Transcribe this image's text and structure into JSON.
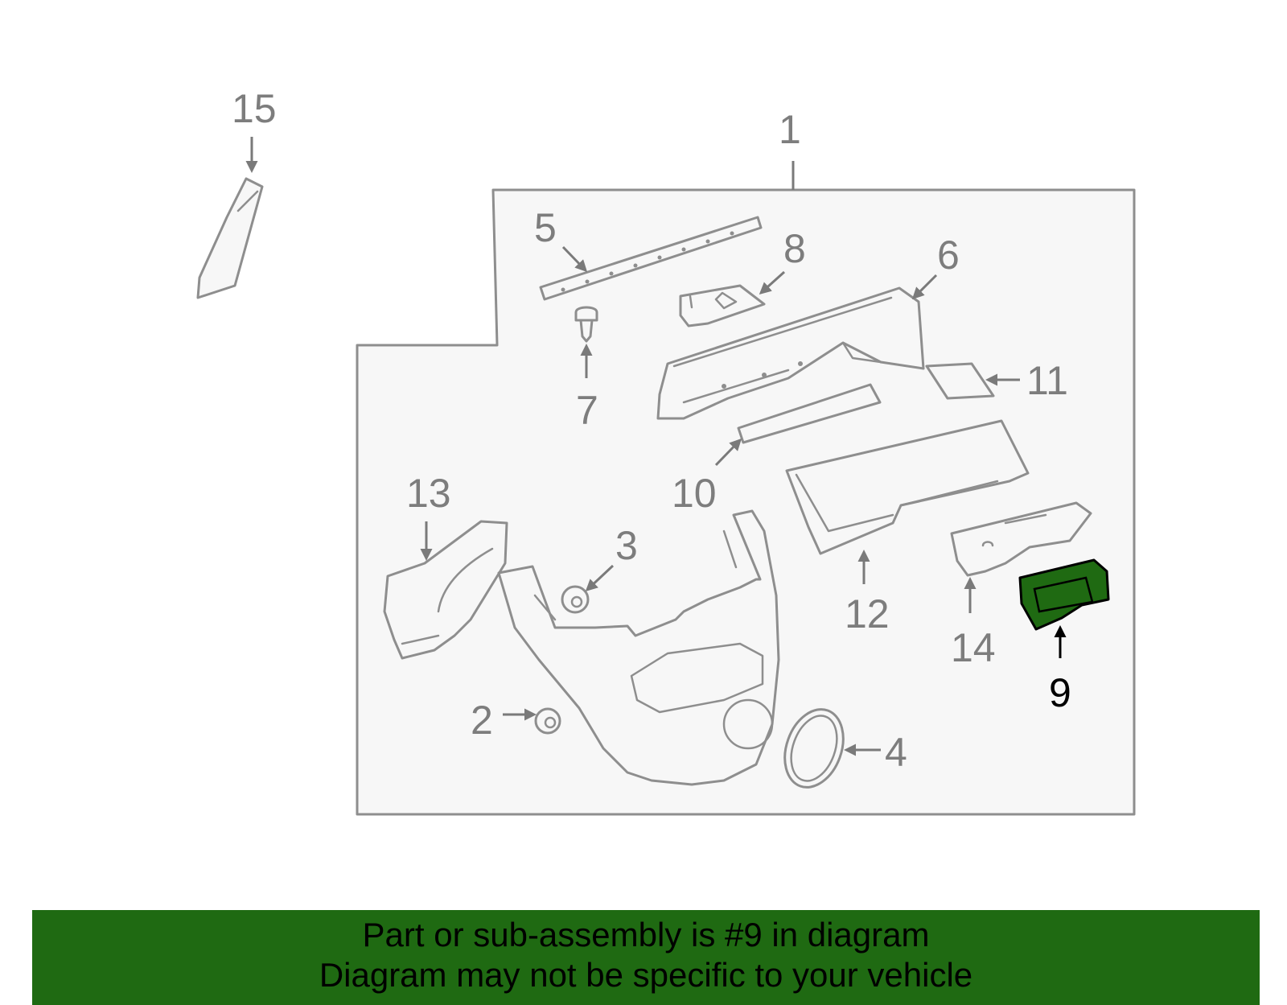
{
  "callouts": {
    "c1": "1",
    "c2": "2",
    "c3": "3",
    "c4": "4",
    "c5": "5",
    "c6": "6",
    "c7": "7",
    "c8": "8",
    "c9": "9",
    "c10": "10",
    "c11": "11",
    "c12": "12",
    "c13": "13",
    "c14": "14",
    "c15": "15"
  },
  "highlighted_part": "9",
  "colors": {
    "highlight": "#1f6a12",
    "line": "#8e8e8e",
    "panel_fill": "#f7f7f7"
  },
  "banner": {
    "line1": "Part or sub-assembly is #9 in diagram",
    "line2": "Diagram may not be specific to your vehicle"
  }
}
